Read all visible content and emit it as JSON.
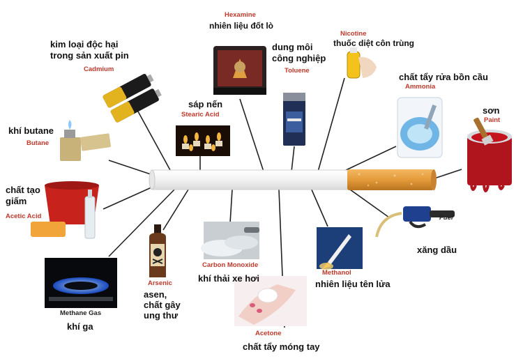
{
  "colors": {
    "chemical_label": "#c0392b",
    "cigarette_filter": "#e39a3a",
    "cigarette_paper": "#f4f4f4",
    "leader_line": "#222222"
  },
  "cadmium": {
    "vn_line1": "kim loại độc hại",
    "vn_line2": "trong sản xuất pin",
    "en": "Cadmium",
    "icon": "battery-icon"
  },
  "hexamine": {
    "en": "Hexamine",
    "vn": "nhiên liệu đốt lò",
    "icon": "stove-icon"
  },
  "toluene": {
    "vn_line1": "dung môi",
    "vn_line2": "công nghiệp",
    "en": "Toluene",
    "icon": "solvent-can-icon"
  },
  "nicotine": {
    "en": "Nicotine",
    "vn": "thuốc diệt côn trùng",
    "icon": "spray-icon"
  },
  "ammonia": {
    "vn": "chất tẩy rửa bồn cầu",
    "en": "Ammonia",
    "icon": "toilet-icon"
  },
  "paint": {
    "vn": "sơn",
    "en": "Paint",
    "icon": "paint-bucket-icon"
  },
  "stearic": {
    "vn": "sáp nến",
    "en": "Stearic Acid",
    "icon": "candles-icon"
  },
  "butane": {
    "vn": "khí butane",
    "en": "Butane",
    "icon": "lighter-icon"
  },
  "acetic": {
    "vn_line1": "chất tạo",
    "vn_line2": "giấm",
    "en": "Acetic Acid",
    "icon": "vinegar-icon"
  },
  "fuel": {
    "en": "Fuel",
    "vn": "xăng dầu",
    "icon": "fuel-nozzle-icon"
  },
  "methanol": {
    "en": "Methanol",
    "vn": "nhiên liệu tên lửa",
    "icon": "rocket-icon"
  },
  "carbon_monoxide": {
    "en": "Carbon Monoxide",
    "vn": "khí thải xe hơi",
    "icon": "exhaust-icon"
  },
  "arsenic": {
    "en": "Arsenic",
    "vn_line1": "asen,",
    "vn_line2": "chất gây",
    "vn_line3": "ung thư",
    "icon": "poison-bottle-icon"
  },
  "methane": {
    "en": "Methane Gas",
    "vn": "khí ga",
    "icon": "gas-flame-icon"
  },
  "acetone": {
    "en": "Acetone",
    "vn": "chất tẩy móng tay",
    "icon": "nail-cotton-icon"
  },
  "cigarette": {
    "icon": "cigarette-icon"
  }
}
